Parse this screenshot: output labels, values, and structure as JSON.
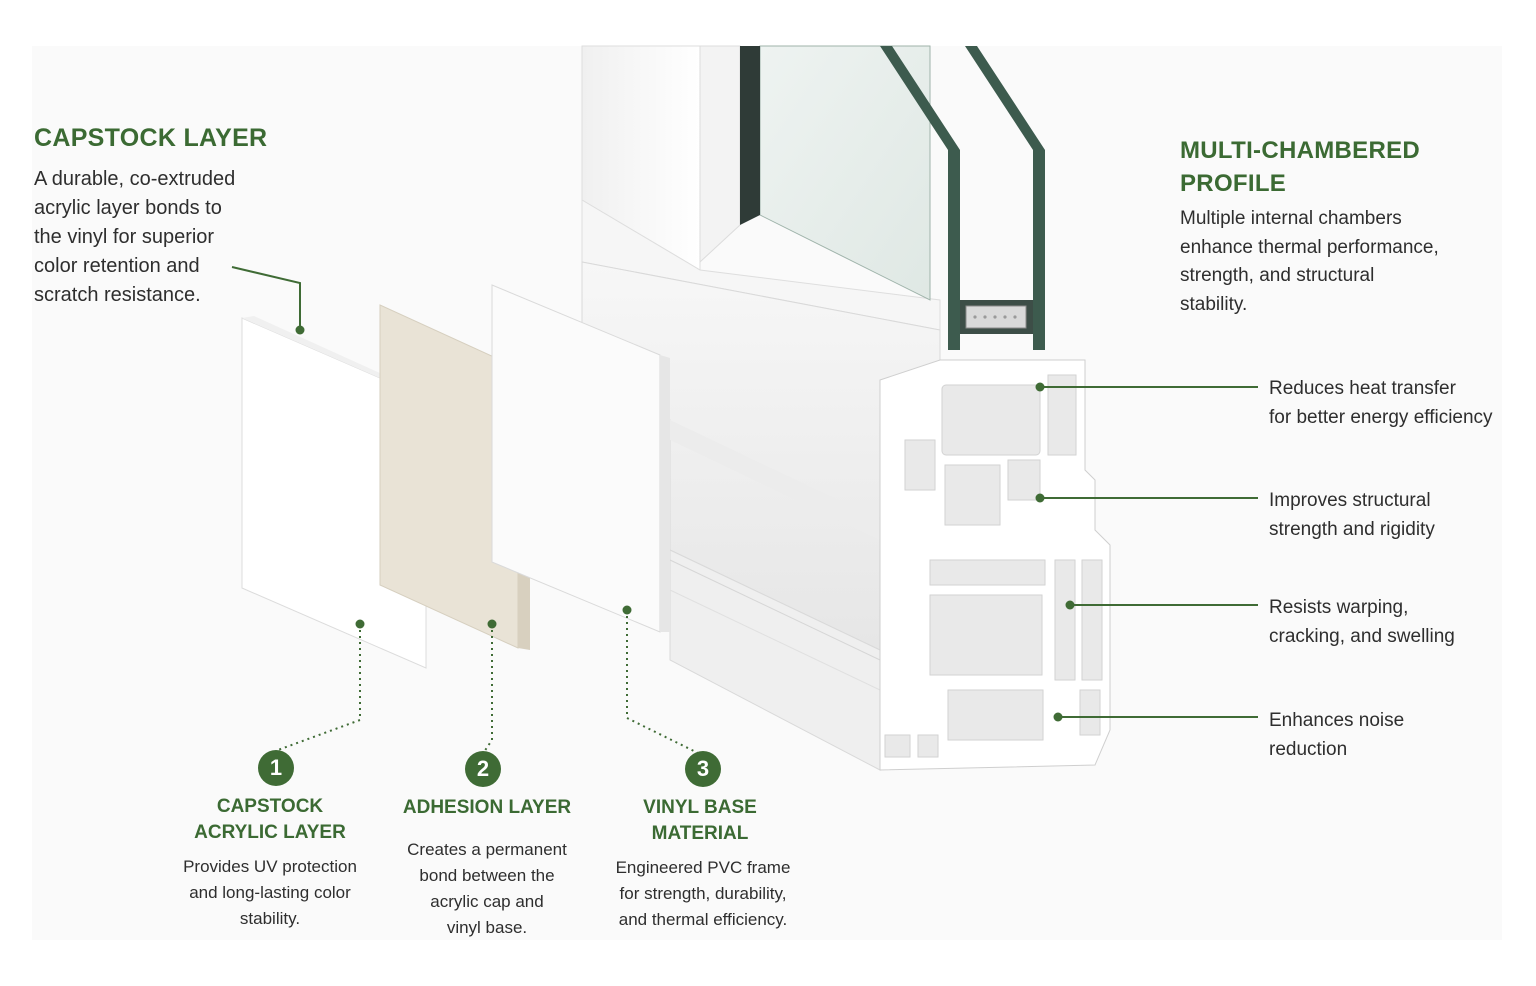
{
  "capstock_intro": {
    "title": "CAPSTOCK LAYER",
    "lines": [
      "A durable, co-extruded",
      "acrylic layer bonds to",
      "the vinyl for superior",
      "color retention and",
      "scratch resistance."
    ]
  },
  "profile_intro": {
    "title_lines": [
      "MULTI-CHAMBERED",
      "PROFILE"
    ],
    "lines": [
      "Multiple internal chambers",
      "enhance thermal performance,",
      "strength, and structural",
      "stability."
    ]
  },
  "callouts": [
    {
      "lines": [
        "Reduces heat transfer",
        "for better energy efficiency"
      ]
    },
    {
      "lines": [
        "Improves structural",
        "strength and rigidity"
      ]
    },
    {
      "lines": [
        "Resists warping,",
        "cracking, and swelling"
      ]
    },
    {
      "lines": [
        "Enhances noise",
        "reduction"
      ]
    }
  ],
  "layers": [
    {
      "number": "1",
      "title_lines": [
        "CAPSTOCK",
        "ACRYLIC LAYER"
      ],
      "desc_lines": [
        "Provides UV protection",
        "and long-lasting color",
        "stability."
      ]
    },
    {
      "number": "2",
      "title_lines": [
        "ADHESION LAYER"
      ],
      "desc_lines": [
        "Creates a permanent",
        "bond between the",
        "acrylic cap and",
        "vinyl base."
      ]
    },
    {
      "number": "3",
      "title_lines": [
        "VINYL BASE",
        "MATERIAL"
      ],
      "desc_lines": [
        "Engineered PVC frame",
        "for strength, durability,",
        "and thermal efficiency."
      ]
    }
  ],
  "colors": {
    "accent": "#3f6b35",
    "heading": "#3b6a33",
    "glass": "#3d5b4e",
    "adhesion": "#e9e3d6"
  }
}
